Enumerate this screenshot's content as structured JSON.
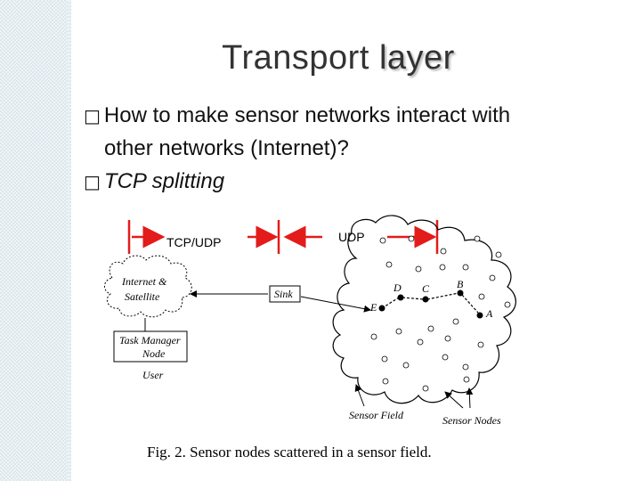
{
  "slide": {
    "title_main": "Transport ",
    "title_accent": "layer",
    "bullet_glyph": "□",
    "bullet1_line1": "How to make sensor networks interact with",
    "bullet1_line2": "other networks (Internet)?",
    "bullet2": "TCP splitting",
    "label_tcp": "TCP/UDP",
    "label_udp": "UDP"
  },
  "figure": {
    "internet": [
      "Internet &",
      "Satellite"
    ],
    "sink": "Sink",
    "task_manager": [
      "Task Manager",
      "Node"
    ],
    "user": "User",
    "nodes": {
      "a": "A",
      "b": "B",
      "c": "C",
      "d": "D",
      "e": "E"
    },
    "sensor_field": "Sensor Field",
    "sensor_nodes": "Sensor Nodes",
    "caption": "Fig. 2. Sensor nodes scattered in a sensor field."
  },
  "colors": {
    "arrow": "#e31b1b",
    "strip": "#dbe7ec"
  }
}
